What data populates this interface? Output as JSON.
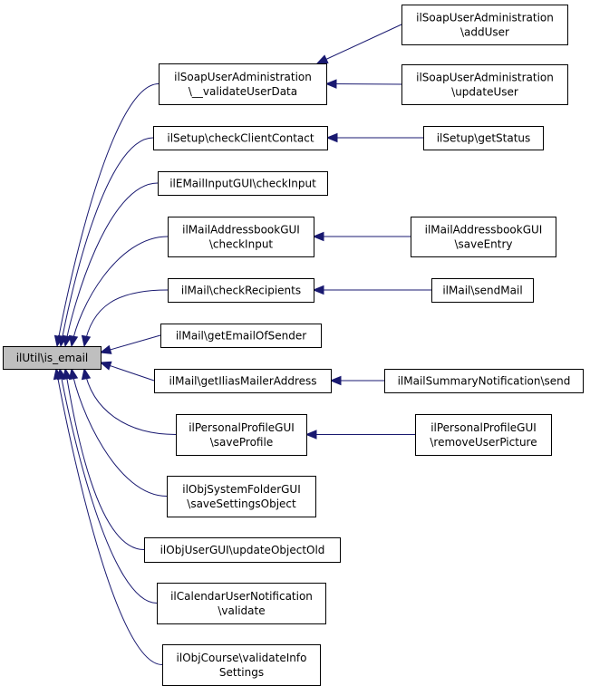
{
  "nodes": {
    "root": [
      "ilUtil\\is_email"
    ],
    "validateUserData": [
      "ilSoapUserAdministration",
      "\\__validateUserData"
    ],
    "addUser": [
      "ilSoapUserAdministration",
      "\\addUser"
    ],
    "updateUser": [
      "ilSoapUserAdministration",
      "\\updateUser"
    ],
    "checkClientContact": [
      "ilSetup\\checkClientContact"
    ],
    "getStatus": [
      "ilSetup\\getStatus"
    ],
    "emailInputCheck": [
      "ilEMailInputGUI\\checkInput"
    ],
    "addressbookCheck": [
      "ilMailAddressbookGUI",
      "\\checkInput"
    ],
    "saveEntry": [
      "ilMailAddressbookGUI",
      "\\saveEntry"
    ],
    "checkRecipients": [
      "ilMail\\checkRecipients"
    ],
    "sendMail": [
      "ilMail\\sendMail"
    ],
    "getEmailOfSender": [
      "ilMail\\getEmailOfSender"
    ],
    "getIliasMailerAddress": [
      "ilMail\\getIliasMailerAddress"
    ],
    "summarySend": [
      "ilMailSummaryNotification\\send"
    ],
    "saveProfile": [
      "ilPersonalProfileGUI",
      "\\saveProfile"
    ],
    "removeUserPicture": [
      "ilPersonalProfileGUI",
      "\\removeUserPicture"
    ],
    "saveSettingsObject": [
      "ilObjSystemFolderGUI",
      "\\saveSettingsObject"
    ],
    "updateObjectOld": [
      "ilObjUserGUI\\updateObjectOld"
    ],
    "calendarValidate": [
      "ilCalendarUserNotification",
      "\\validate"
    ],
    "validateInfoSettings": [
      "ilObjCourse\\validateInfo",
      "Settings"
    ]
  },
  "edges": [
    [
      "validateUserData",
      "root"
    ],
    [
      "checkClientContact",
      "root"
    ],
    [
      "emailInputCheck",
      "root"
    ],
    [
      "addressbookCheck",
      "root"
    ],
    [
      "checkRecipients",
      "root"
    ],
    [
      "getEmailOfSender",
      "root"
    ],
    [
      "getIliasMailerAddress",
      "root"
    ],
    [
      "saveProfile",
      "root"
    ],
    [
      "saveSettingsObject",
      "root"
    ],
    [
      "updateObjectOld",
      "root"
    ],
    [
      "calendarValidate",
      "root"
    ],
    [
      "validateInfoSettings",
      "root"
    ],
    [
      "addUser",
      "validateUserData"
    ],
    [
      "updateUser",
      "validateUserData"
    ],
    [
      "getStatus",
      "checkClientContact"
    ],
    [
      "saveEntry",
      "addressbookCheck"
    ],
    [
      "sendMail",
      "checkRecipients"
    ],
    [
      "summarySend",
      "getIliasMailerAddress"
    ],
    [
      "removeUserPicture",
      "saveProfile"
    ]
  ],
  "colors": {
    "edge": "#191970",
    "root_fill": "#bfbfbf",
    "node_fill": "#ffffff",
    "node_border": "#000000"
  }
}
